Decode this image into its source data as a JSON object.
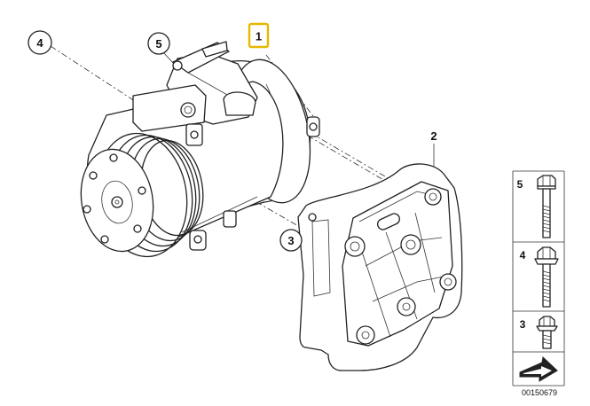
{
  "callouts": {
    "c1": "1",
    "c2": "2",
    "c3": "3",
    "c4": "4",
    "c5": "5"
  },
  "highlight_color": "#e7b800",
  "legend": {
    "items": [
      {
        "number": "5",
        "icon": "hex-bolt-long-icon"
      },
      {
        "number": "4",
        "icon": "flange-bolt-icon"
      },
      {
        "number": "3",
        "icon": "short-bolt-icon"
      }
    ],
    "arrow_icon": "direction-arrow-icon"
  },
  "document_number": "00150679"
}
